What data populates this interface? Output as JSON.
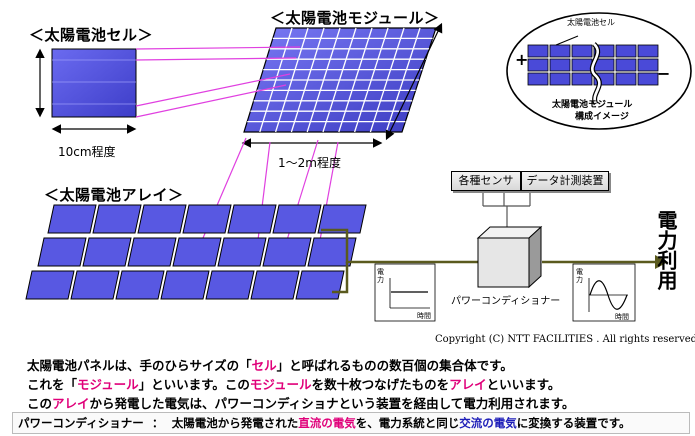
{
  "labels": {
    "cell_title": "＜太陽電池セル＞",
    "module_title": "＜太陽電池モジュール＞",
    "array_title": "＜太陽電池アレイ＞",
    "cell_size": "10cm程度",
    "module_size": "1～2m程度",
    "inset_cell": "太陽電池セル",
    "inset_caption_1": "太陽電池モジュール",
    "inset_caption_2": "構成イメージ",
    "inset_plus": "+",
    "inset_minus": "−",
    "sensor": "各種センサ",
    "meter": "データ計測装置",
    "pcs": "パワーコンディショナー",
    "usage": "電力利用",
    "graph1_y": "電力",
    "graph1_x": "時間",
    "graph2_y": "電力",
    "graph2_x": "時間",
    "copyright": "Copyright (C) NTT FACILITIES . All rights reserved."
  },
  "caption": {
    "line1_a": "太陽電池パネルは、手のひらサイズの「",
    "line1_b": "セル",
    "line1_c": "」と呼ばれるものの数百個の集合体です。",
    "line2_a": "これを「",
    "line2_b": "モジュール",
    "line2_c": "」といいます。この",
    "line2_d": "モジュール",
    "line2_e": "を数十枚つなげたものを",
    "line2_f": "アレイ",
    "line2_g": "といいます。",
    "line3_a": "この",
    "line3_b": "アレイ",
    "line3_c": "から発電した電気は、パワーコンディショナという装置を経由して電力利用されます。",
    "def_term": "パワーコンディショナー",
    "def_colon": "：",
    "def_a": "太陽電池から発電された",
    "def_b": "直流の電気",
    "def_c": "を、電力系統と同じ",
    "def_d": "交流の電気",
    "def_e": "に変換する装置です。"
  },
  "colors": {
    "panel": "#5a5ae0",
    "panel_dark": "#2a2aa0",
    "link": "#e040e0",
    "wire": "#5a5a1e",
    "highlight": "#e0007a",
    "highlight_blue": "#1c1cb8"
  }
}
